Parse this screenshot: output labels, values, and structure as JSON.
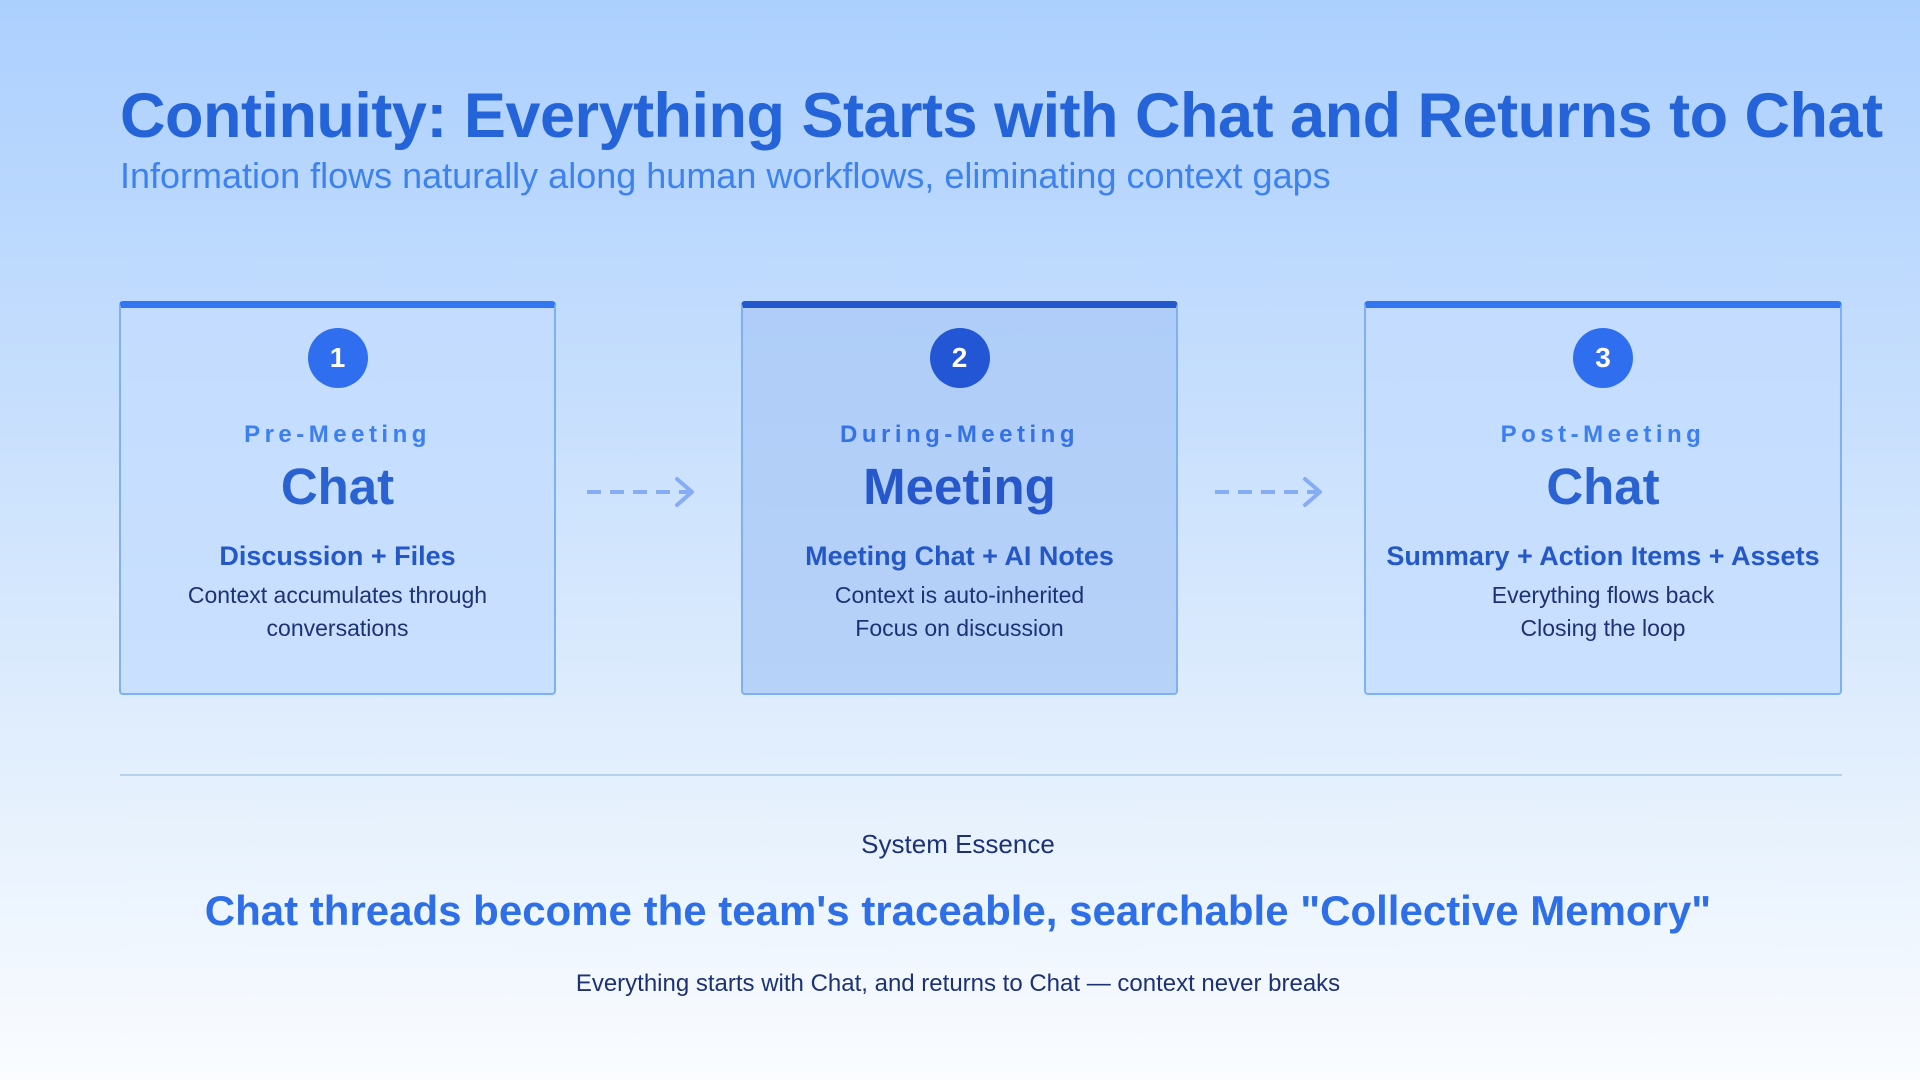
{
  "header": {
    "title": "Continuity: Everything Starts with Chat and Returns to Chat",
    "subtitle": "Information flows naturally along human workflows, eliminating context gaps"
  },
  "stages": [
    {
      "number": "1",
      "label": "Pre-Meeting",
      "main": "Chat",
      "detail": "Discussion + Files",
      "desc_lines": [
        "Context accumulates through",
        "conversations"
      ]
    },
    {
      "number": "2",
      "label": "During-Meeting",
      "main": "Meeting",
      "detail": "Meeting Chat + AI Notes",
      "desc_lines": [
        "Context is auto-inherited",
        "Focus on discussion"
      ]
    },
    {
      "number": "3",
      "label": "Post-Meeting",
      "main": "Chat",
      "detail": "Summary + Action Items + Assets",
      "desc_lines": [
        "Everything flows back",
        "Closing the loop"
      ]
    }
  ],
  "essence": {
    "label": "System Essence",
    "quote": "Chat threads become the team's traceable, searchable \"Collective Memory\"",
    "footer": "Everything starts with Chat, and returns to Chat — context never breaks"
  },
  "colors": {
    "accent": "#2f6eef",
    "accent_dark": "#2356d4",
    "title": "#2463d8",
    "text_dark": "#1c3274",
    "arrow": "#86acf5"
  },
  "icons": {
    "connector": "dashed-arrow-right-icon"
  }
}
